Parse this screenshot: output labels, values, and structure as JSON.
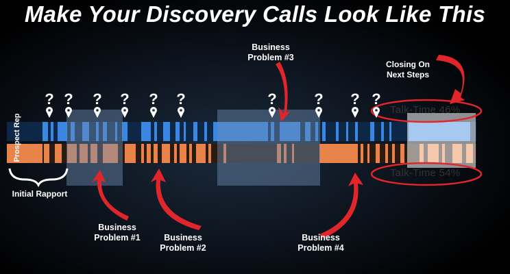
{
  "title": "Make Your Discovery Calls Look Like This",
  "side_label": "Prospect Rep",
  "labels": {
    "initial_rapport": "Initial Rapport",
    "bp1_line1": "Business",
    "bp1_line2": "Problem #1",
    "bp2_line1": "Business",
    "bp2_line2": "Problem #2",
    "bp3_line1": "Business",
    "bp3_line2": "Problem #3",
    "bp4_line1": "Business",
    "bp4_line2": "Problem #4",
    "closing_line1": "Closing On",
    "closing_line2": "Next Steps"
  },
  "talk_time": {
    "rep": "Talk-Time  46%",
    "prospect": "Talk-Time  54%"
  },
  "question_mark": "?",
  "colors": {
    "prospect_track": "#3a86e0",
    "rep_track": "#e8834a",
    "arrow_red": "#e0262b",
    "highlight": "#5a7fa8"
  }
}
